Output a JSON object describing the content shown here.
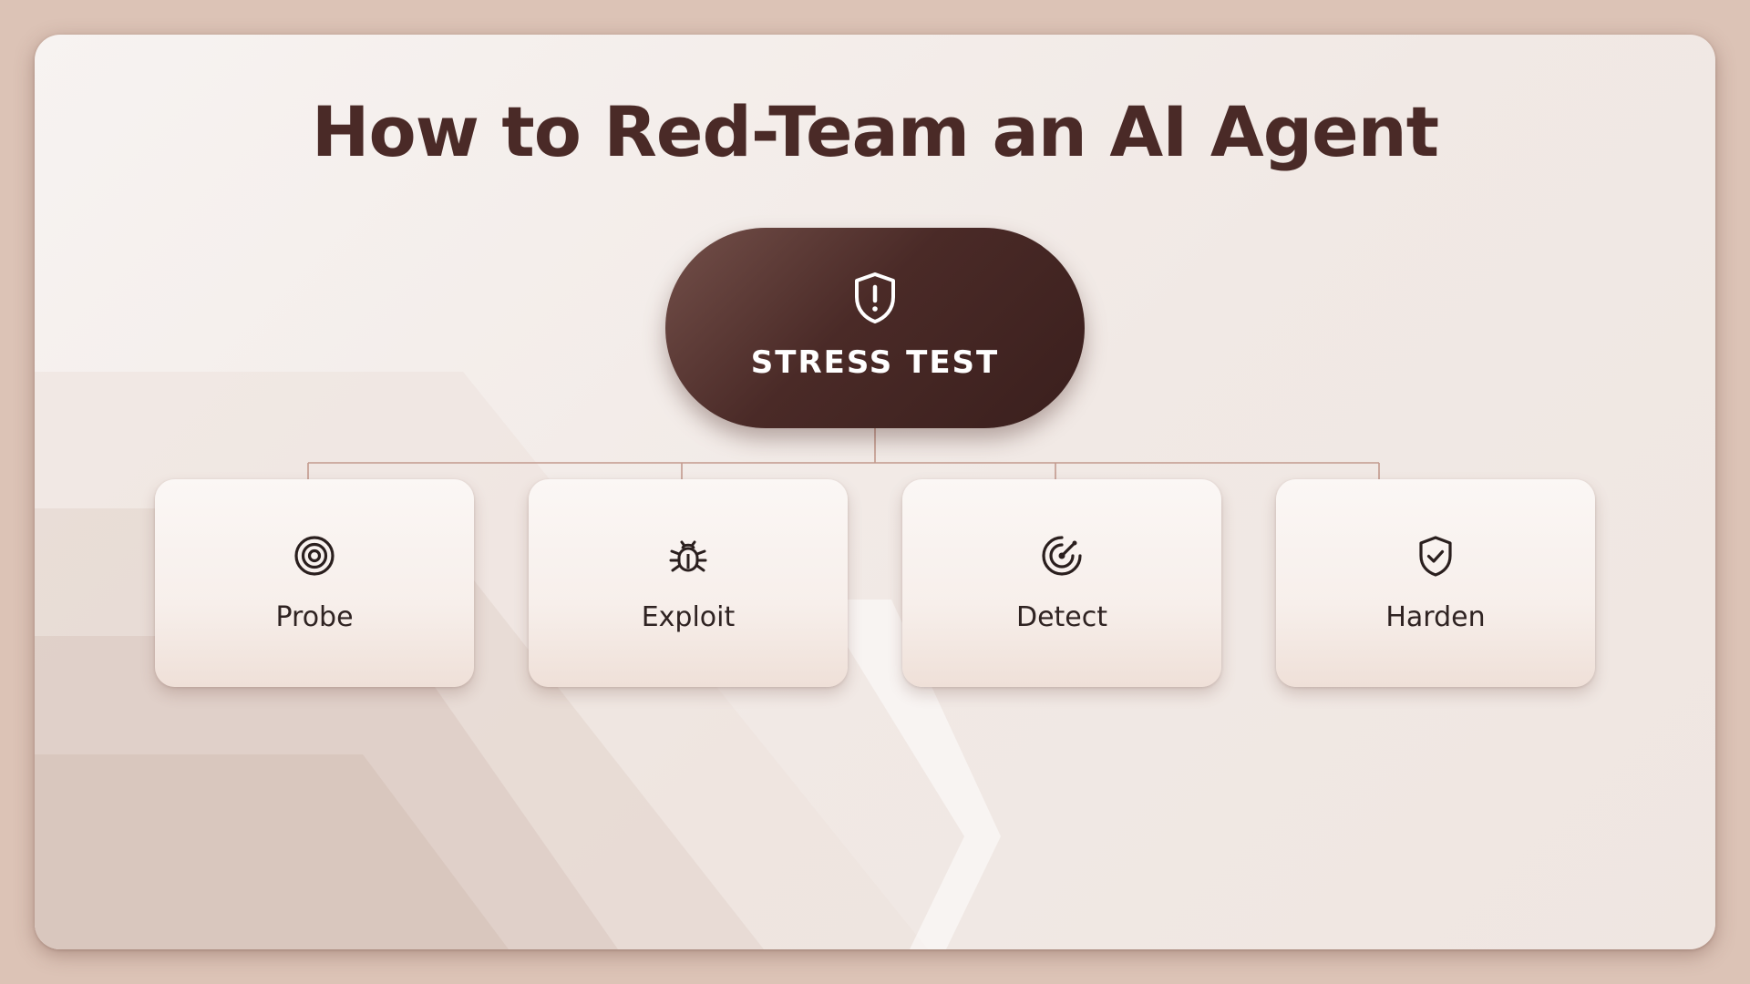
{
  "title": "How to Red-Team an AI Agent",
  "hub": {
    "label": "STRESS TEST",
    "icon": "shield-alert-icon"
  },
  "steps": [
    {
      "label": "Probe",
      "icon": "target-icon"
    },
    {
      "label": "Exploit",
      "icon": "bug-icon"
    },
    {
      "label": "Detect",
      "icon": "radar-icon"
    },
    {
      "label": "Harden",
      "icon": "shield-check-icon"
    }
  ],
  "colors": {
    "page_background": "#dcc3b6",
    "card_background": "#f4eeeb",
    "title": "#4a2a27",
    "hub_background": "#4a2a27",
    "connector": "#c39a8e",
    "step_text": "#2f2322"
  }
}
